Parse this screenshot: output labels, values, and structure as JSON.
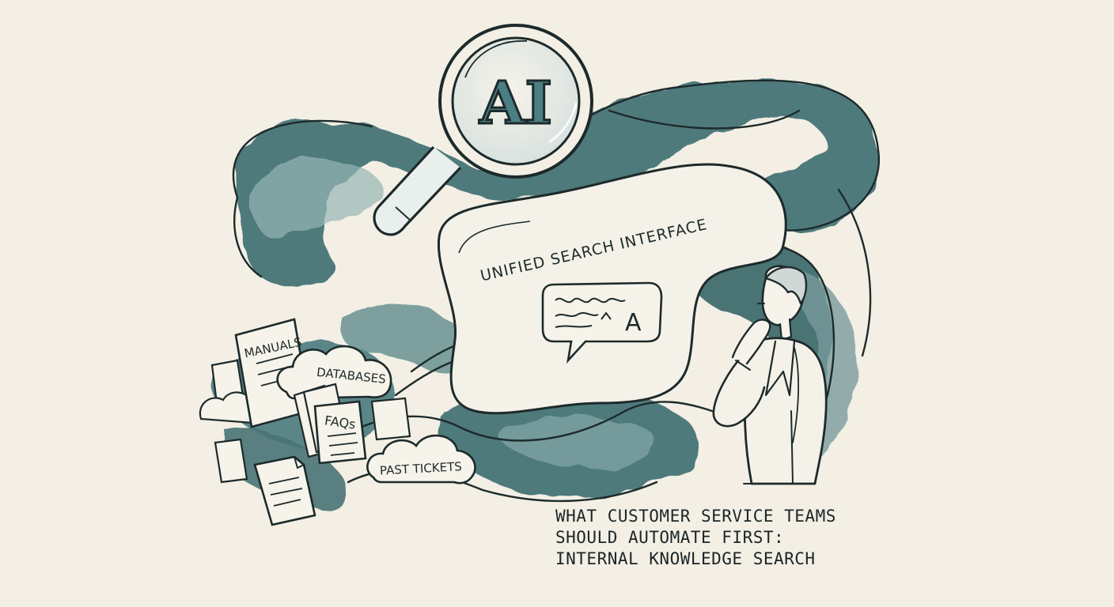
{
  "illustration": {
    "magnifier_label": "AI",
    "interface_label": "UNIFIED SEARCH INTERFACE",
    "chat_bubble_letter": "A",
    "sources": {
      "manuals": "MANUALS",
      "databases": "DATABASES",
      "faqs": "FAQs",
      "past_tickets": "PAST TICKETS"
    }
  },
  "caption": {
    "line1": "WHAT CUSTOMER SERVICE TEAMS",
    "line2": "SHOULD AUTOMATE FIRST:",
    "line3": "INTERNAL KNOWLEDGE SEARCH"
  },
  "colors": {
    "background": "#f3efe4",
    "teal_dark": "#2f5e62",
    "teal_mid": "#4d7d80",
    "teal_light": "#8fb0b1",
    "ink": "#1d2a2b"
  }
}
